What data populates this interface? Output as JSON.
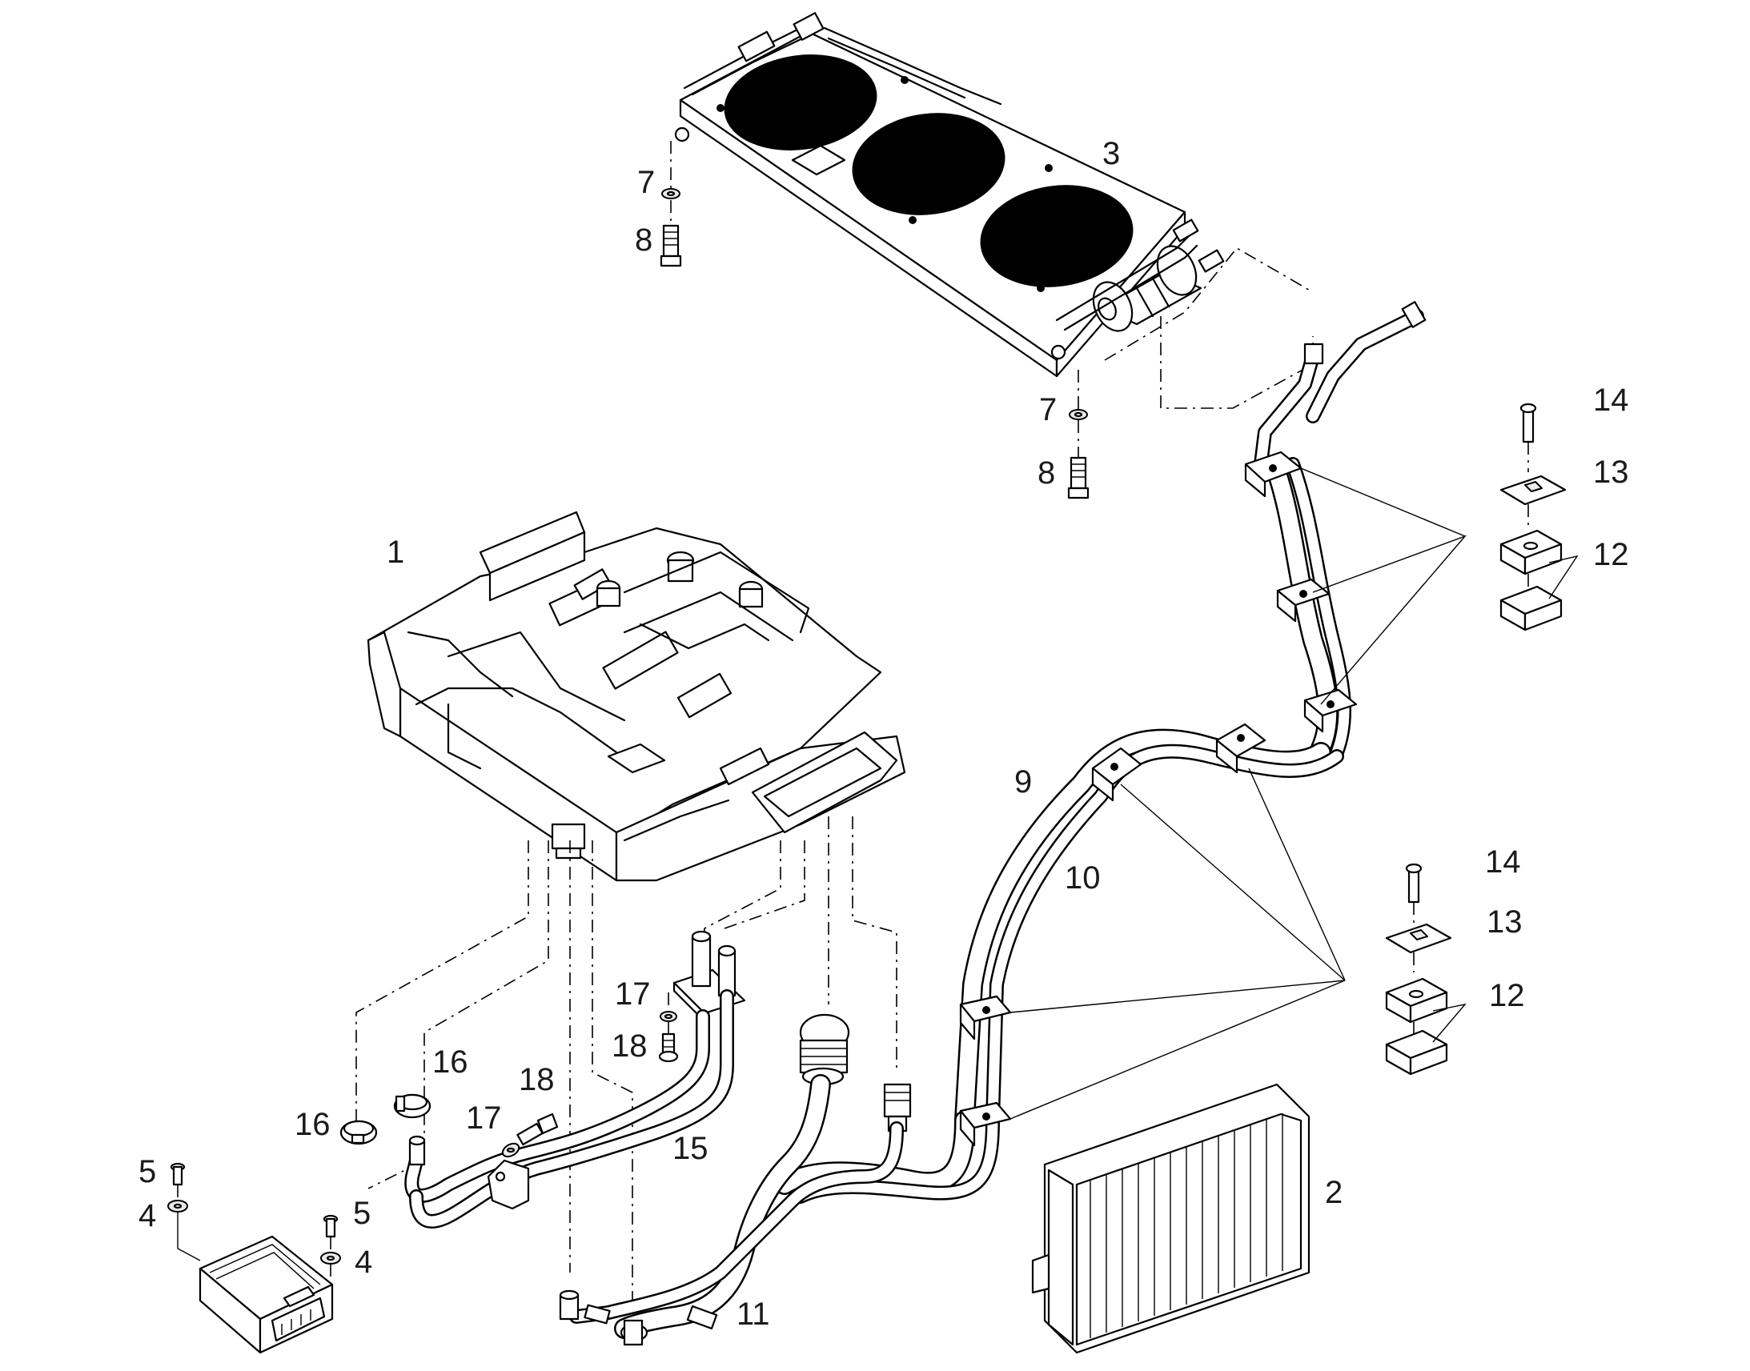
{
  "diagram": {
    "callouts": [
      {
        "id": "c1",
        "text": "1"
      },
      {
        "id": "c2",
        "text": "2"
      },
      {
        "id": "c3",
        "text": "3"
      },
      {
        "id": "c4a",
        "text": "4"
      },
      {
        "id": "c4b",
        "text": "4"
      },
      {
        "id": "c5a",
        "text": "5"
      },
      {
        "id": "c5b",
        "text": "5"
      },
      {
        "id": "c7a",
        "text": "7"
      },
      {
        "id": "c7b",
        "text": "7"
      },
      {
        "id": "c8a",
        "text": "8"
      },
      {
        "id": "c8b",
        "text": "8"
      },
      {
        "id": "c9",
        "text": "9"
      },
      {
        "id": "c10",
        "text": "10"
      },
      {
        "id": "c11",
        "text": "11"
      },
      {
        "id": "c12a",
        "text": "12"
      },
      {
        "id": "c12b",
        "text": "12"
      },
      {
        "id": "c13a",
        "text": "13"
      },
      {
        "id": "c13b",
        "text": "13"
      },
      {
        "id": "c14a",
        "text": "14"
      },
      {
        "id": "c14b",
        "text": "14"
      },
      {
        "id": "c15",
        "text": "15"
      },
      {
        "id": "c16a",
        "text": "16"
      },
      {
        "id": "c16b",
        "text": "16"
      },
      {
        "id": "c17a",
        "text": "17"
      },
      {
        "id": "c17b",
        "text": "17"
      },
      {
        "id": "c18a",
        "text": "18"
      },
      {
        "id": "c18b",
        "text": "18"
      }
    ]
  }
}
